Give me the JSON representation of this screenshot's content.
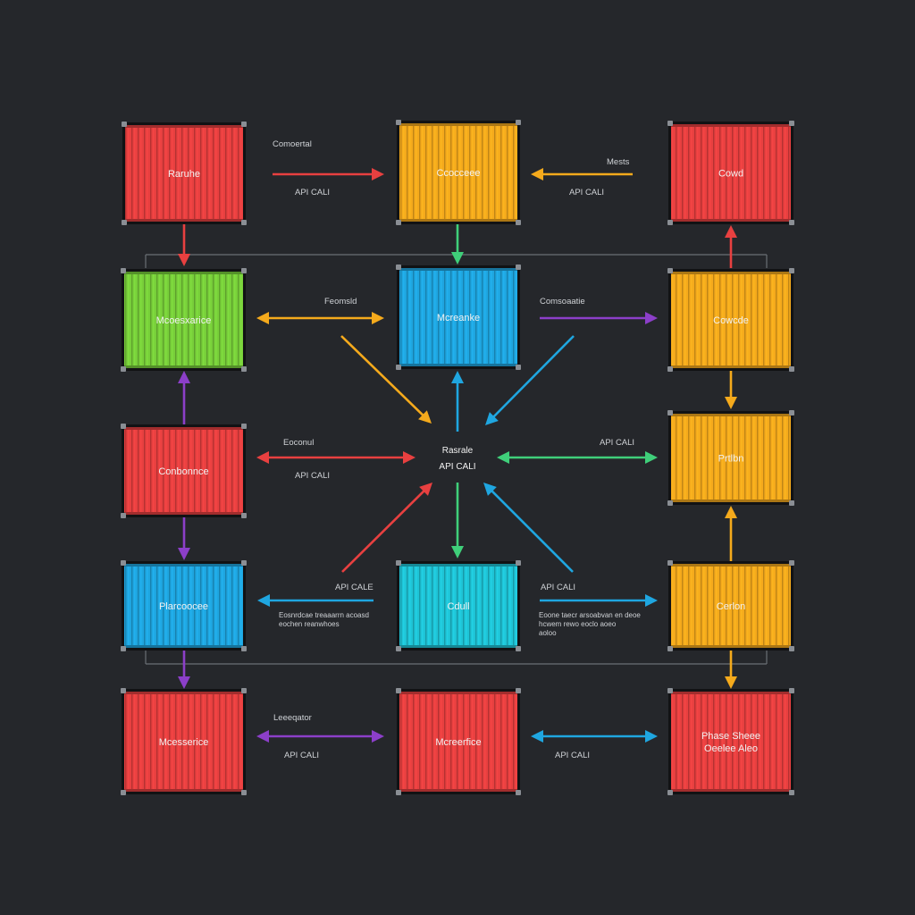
{
  "colors": {
    "background": "#25272b",
    "red": "#e84040",
    "orange": "#f5aa1c",
    "green": "#78cf3a",
    "blue": "#1fa6e0",
    "cyan": "#1fc4d6",
    "purple": "#8c3fc9",
    "teal_green": "#3fcf7a",
    "frame": "#6b6f75"
  },
  "boxes": [
    {
      "id": "r1c1",
      "label_lines": [
        "Raruhe"
      ],
      "color": "red"
    },
    {
      "id": "r1c2",
      "label_lines": [
        "Ccocceee"
      ],
      "color": "orange"
    },
    {
      "id": "r1c3",
      "label_lines": [
        "Cowd"
      ],
      "color": "red"
    },
    {
      "id": "r2c1",
      "label_lines": [
        "Mcoesxarice"
      ],
      "color": "green"
    },
    {
      "id": "r2c2",
      "label_lines": [
        "Mcreanke"
      ],
      "color": "blue"
    },
    {
      "id": "r2c3",
      "label_lines": [
        "Cowcde"
      ],
      "color": "orange"
    },
    {
      "id": "r3c1",
      "label_lines": [
        "Conbonnce"
      ],
      "color": "red"
    },
    {
      "id": "r3c3",
      "label_lines": [
        "Prtlbn"
      ],
      "color": "orange"
    },
    {
      "id": "r4c1",
      "label_lines": [
        "Plarcoocee"
      ],
      "color": "blue"
    },
    {
      "id": "r4c2",
      "label_lines": [
        "Cdull"
      ],
      "color": "cyan"
    },
    {
      "id": "r4c3",
      "label_lines": [
        "Cerlon"
      ],
      "color": "orange"
    },
    {
      "id": "r5c1",
      "label_lines": [
        "Mcesserice"
      ],
      "color": "red"
    },
    {
      "id": "r5c2",
      "label_lines": [
        "Mcreerfice"
      ],
      "color": "red"
    },
    {
      "id": "r5c3",
      "label_lines": [
        "Phase Sheee",
        "Oeelee Aleo"
      ],
      "color": "red"
    }
  ],
  "hub": {
    "lines": [
      "Rasrale",
      "API CALI"
    ]
  },
  "connector_labels": [
    {
      "id": "lbl-commoertal",
      "text": "Comoertal"
    },
    {
      "id": "lbl-api-1",
      "text": "API CALI"
    },
    {
      "id": "lbl-mests",
      "text": "Mests"
    },
    {
      "id": "lbl-api-2",
      "text": "API CALI"
    },
    {
      "id": "lbl-fecmsld",
      "text": "Feomsld"
    },
    {
      "id": "lbl-comsoaate",
      "text": "Comsoaatie"
    },
    {
      "id": "lbl-eoconul",
      "text": "Eoconul"
    },
    {
      "id": "lbl-api-3",
      "text": "API CALI"
    },
    {
      "id": "lbl-api-4",
      "text": "API CALI"
    },
    {
      "id": "lbl-api-5",
      "text": "API CALE"
    },
    {
      "id": "lbl-note-left-1",
      "text": "Eosnrdcae treaaarrn acoasd"
    },
    {
      "id": "lbl-note-left-2",
      "text": "eochen reanwhoes"
    },
    {
      "id": "lbl-api-6",
      "text": "API CALI"
    },
    {
      "id": "lbl-note-right-1",
      "text": "Eoone taecr arsoabvan en deoe"
    },
    {
      "id": "lbl-note-right-2",
      "text": "hcwem rewo eoclo aoeo"
    },
    {
      "id": "lbl-note-right-3",
      "text": "aoloo"
    },
    {
      "id": "lbl-lenegator",
      "text": "Leeeqator"
    },
    {
      "id": "lbl-api-7",
      "text": "API CALI"
    },
    {
      "id": "lbl-api-8",
      "text": "API CALI"
    }
  ]
}
